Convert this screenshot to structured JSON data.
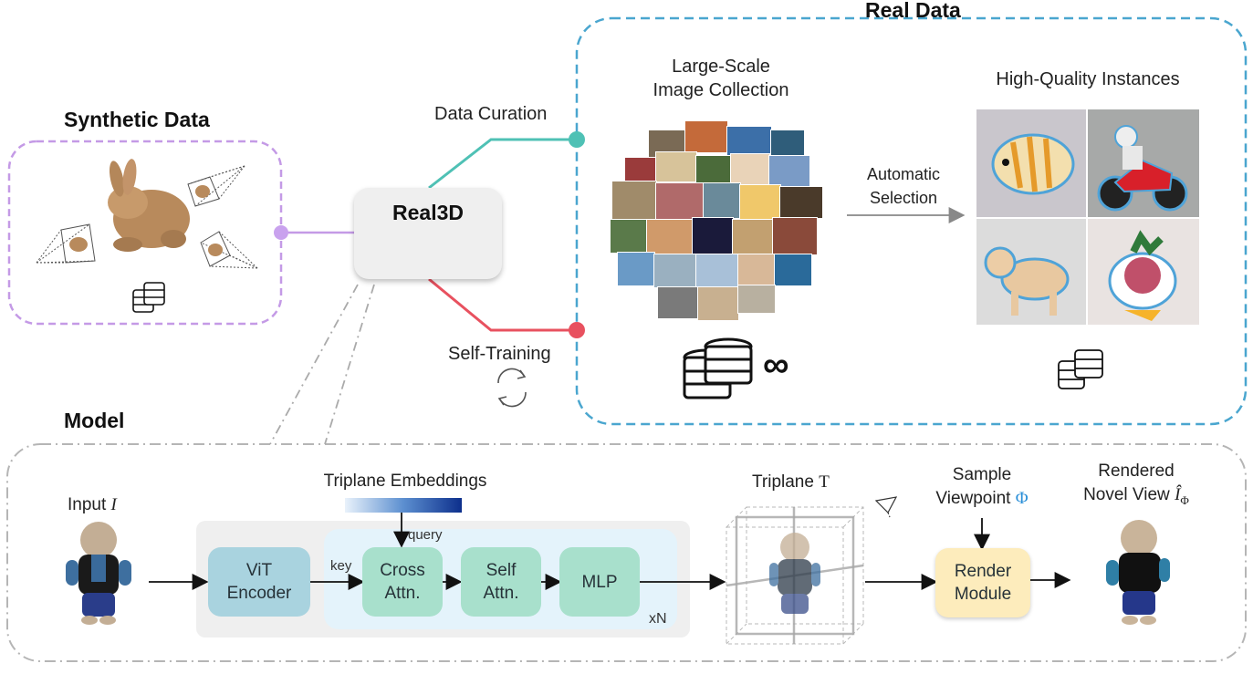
{
  "synthetic": {
    "title": "Synthetic Data"
  },
  "real": {
    "title": "Real Data",
    "collection_label_1": "Large-Scale",
    "collection_label_2": "Image Collection",
    "instances_label": "High-Quality Instances",
    "selection_label_1": "Automatic",
    "selection_label_2": "Selection",
    "infinity": "∞"
  },
  "center": {
    "name": "Real3D",
    "data_curation": "Data Curation",
    "self_training": "Self-Training"
  },
  "model": {
    "title": "Model",
    "input_label": "Input ",
    "input_symbol": "I",
    "triplane_embeddings": "Triplane Embeddings",
    "query": "query",
    "key": "key",
    "vit_1": "ViT",
    "vit_2": "Encoder",
    "cross_1": "Cross",
    "cross_2": "Attn.",
    "self_1": "Self",
    "self_2": "Attn.",
    "mlp": "MLP",
    "repeat": "xN",
    "triplane_label": "Triplane ",
    "triplane_symbol": "T",
    "viewpoint_1": "Sample",
    "viewpoint_2": "Viewpoint ",
    "viewpoint_symbol": "Φ",
    "render_1": "Render",
    "render_2": "Module",
    "rendered_1": "Rendered",
    "rendered_2": "Novel View ",
    "rendered_symbol": "Î",
    "rendered_sub": "Φ"
  },
  "colors": {
    "synthetic_border": "#c49ae6",
    "real_border": "#4aa6cf",
    "curation_line": "#4fc1b5",
    "self_training_line": "#e8515f",
    "vit_box": "#a9d3df",
    "attn_box": "#a8e0cc",
    "render_box": "#fdecbc",
    "phi": "#2a8fd8"
  },
  "icons": [
    "database-icon",
    "infinity-symbol",
    "refresh-icon",
    "camera-icon",
    "arrow-icon",
    "cube-icon"
  ]
}
